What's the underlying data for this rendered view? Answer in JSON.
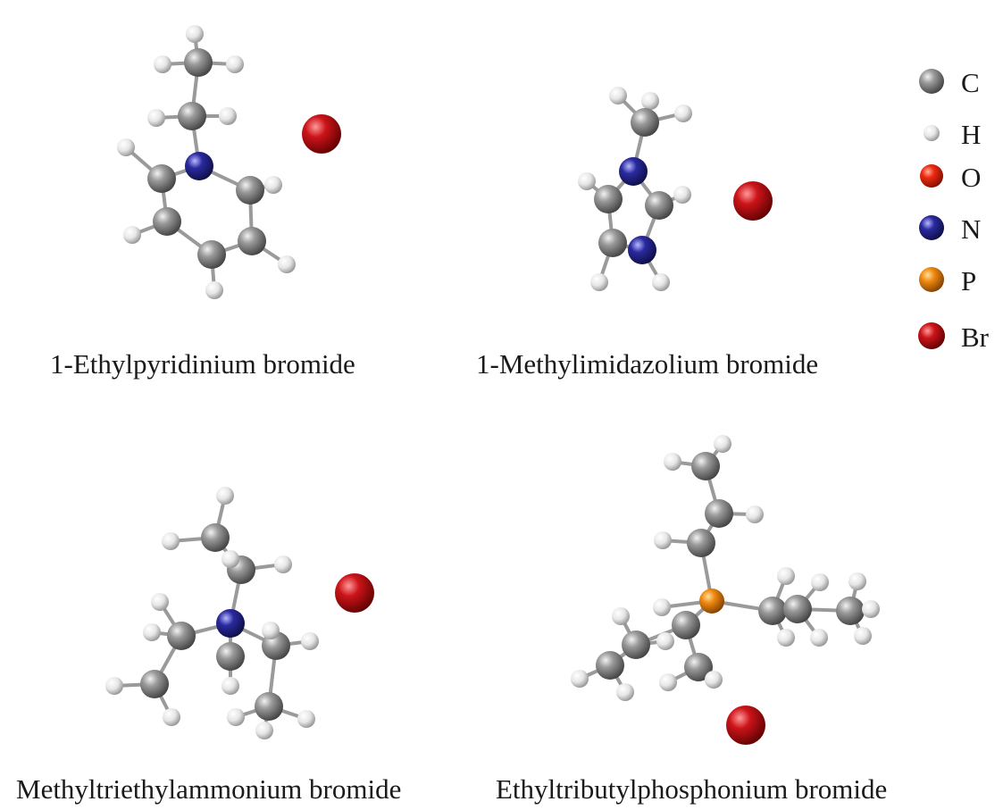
{
  "legend": [
    {
      "symbol": "C",
      "color": "#8a8a8a"
    },
    {
      "symbol": "H",
      "color": "#ececec"
    },
    {
      "symbol": "O",
      "color": "#e8230f"
    },
    {
      "symbol": "N",
      "color": "#23239a"
    },
    {
      "symbol": "P",
      "color": "#f08a10"
    },
    {
      "symbol": "Br",
      "color": "#c0141a"
    }
  ],
  "molecules": [
    {
      "name": "1-Ethylpyridinium bromide"
    },
    {
      "name": "1-Methylimidazolium bromide"
    },
    {
      "name": "Methyltriethylammonium bromide"
    },
    {
      "name": "Ethyltributylphosphonium bromide"
    }
  ]
}
